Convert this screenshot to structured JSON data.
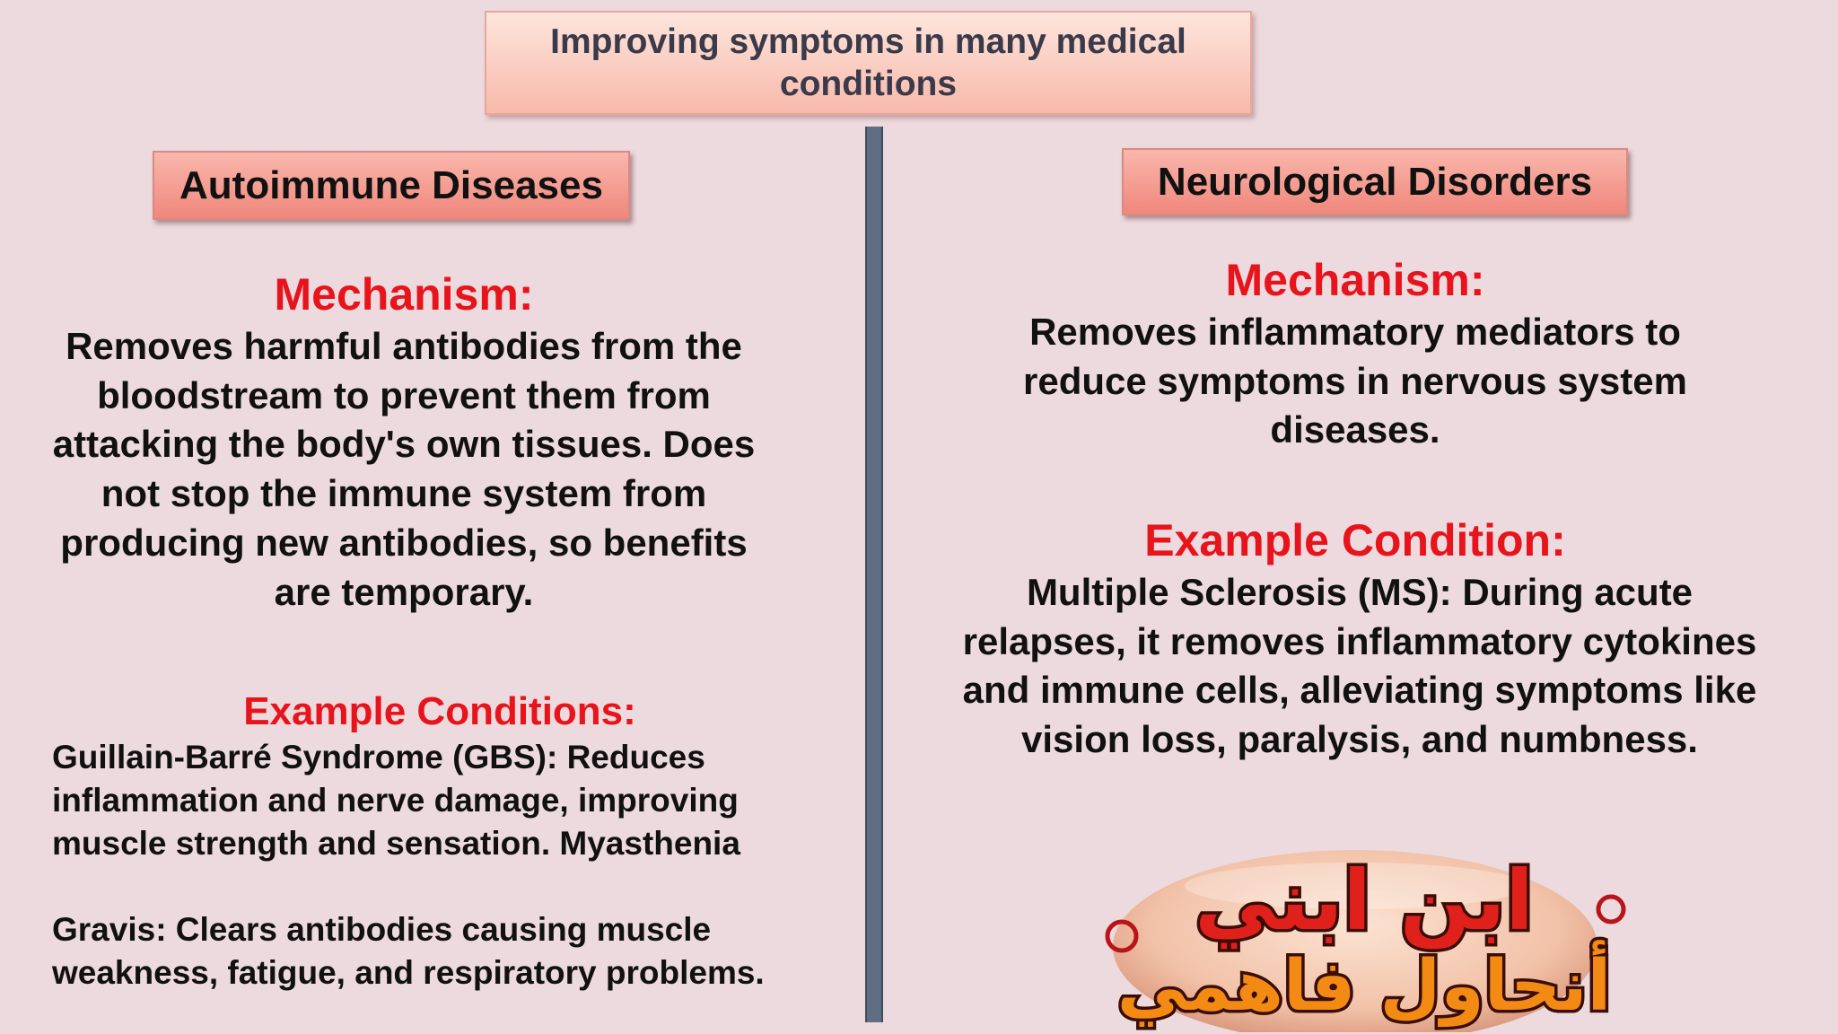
{
  "title": "Improving symptoms in many medical conditions",
  "left": {
    "heading": "Autoimmune Diseases",
    "mechanism_label": "Mechanism:",
    "mechanism_text": "Removes harmful antibodies from the bloodstream to prevent them from attacking the body's own tissues. Does not stop the immune system from producing new antibodies, so benefits are temporary.",
    "examples_label": "Example Conditions:",
    "examples_text_1": "Guillain-Barré Syndrome (GBS): Reduces inflammation and nerve damage, improving muscle strength and sensation. Myasthenia",
    "examples_text_2": "Gravis: Clears antibodies causing muscle weakness, fatigue, and respiratory problems."
  },
  "right": {
    "heading": "Neurological Disorders",
    "mechanism_label": "Mechanism:",
    "mechanism_text": "Removes inflammatory mediators to reduce symptoms in nervous system diseases.",
    "example_label": "Example Condition:",
    "example_text": "Multiple Sclerosis (MS): During acute relapses, it removes inflammatory cytokines and immune cells, alleviating symptoms like vision loss, paralysis, and numbness."
  },
  "logo": {
    "text": "ابن ابني أنحاول فاهمي",
    "colors": {
      "disc": "#f2c2a8",
      "top_text": "#e0201a",
      "bottom_text": "#f28a14",
      "outline": "#3a0d06"
    }
  }
}
